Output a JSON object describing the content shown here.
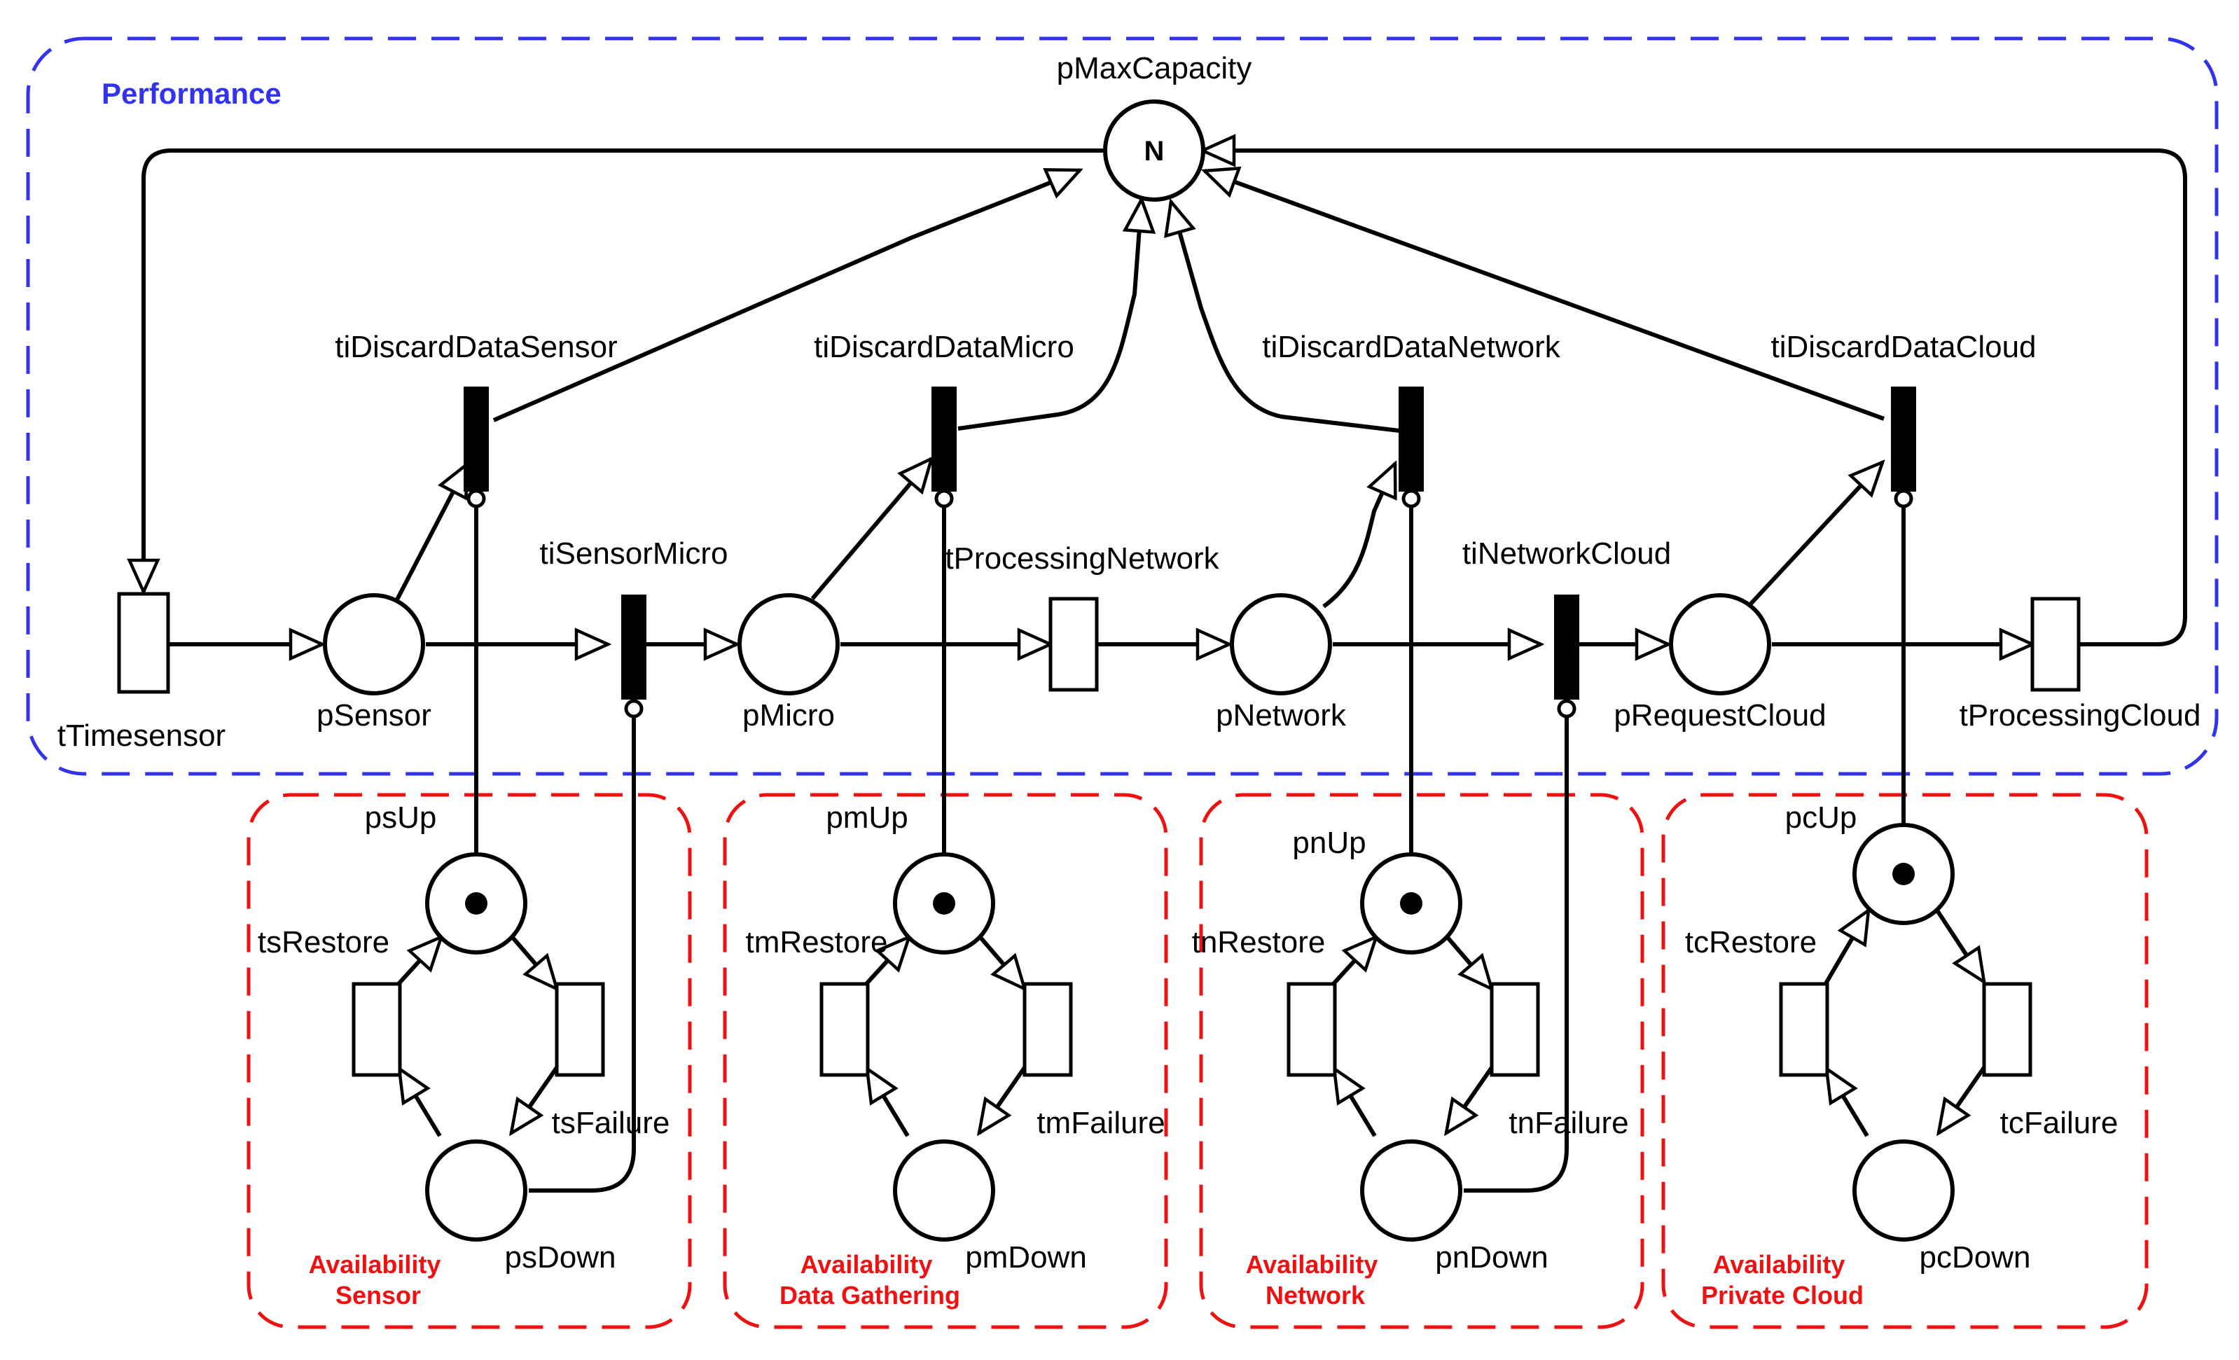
{
  "colors": {
    "performance_group": "#3333ee",
    "availability_groups": "#ee1111",
    "stroke": "#000000",
    "token": "#000000"
  },
  "groups": {
    "performance": "Performance",
    "sensor": [
      "Availability",
      "Sensor"
    ],
    "data_gathering": [
      "Availability",
      "Data Gathering"
    ],
    "network": [
      "Availability",
      "Network"
    ],
    "private_cloud": [
      "Availability",
      "Private Cloud"
    ]
  },
  "places": {
    "pMaxCapacity": {
      "label": "pMaxCapacity",
      "marking": "N"
    },
    "pSensor": {
      "label": "pSensor"
    },
    "pMicro": {
      "label": "pMicro"
    },
    "pNetwork": {
      "label": "pNetwork"
    },
    "pRequestCloud": {
      "label": "pRequestCloud"
    },
    "psUp": {
      "label": "psUp",
      "tokens": 1
    },
    "psDown": {
      "label": "psDown"
    },
    "pmUp": {
      "label": "pmUp",
      "tokens": 1
    },
    "pmDown": {
      "label": "pmDown"
    },
    "pnUp": {
      "label": "pnUp",
      "tokens": 1
    },
    "pnDown": {
      "label": "pnDown"
    },
    "pcUp": {
      "label": "pcUp",
      "tokens": 1
    },
    "pcDown": {
      "label": "pcDown"
    }
  },
  "transitions": {
    "tTimesensor": "tTimesensor",
    "tProcessingNetwork": "tProcessingNetwork",
    "tProcessingCloud": "tProcessingCloud",
    "tiDiscardDataSensor": "tiDiscardDataSensor",
    "tiDiscardDataMicro": "tiDiscardDataMicro",
    "tiDiscardDataNetwork": "tiDiscardDataNetwork",
    "tiDiscardDataCloud": "tiDiscardDataCloud",
    "tiSensorMicro": "tiSensorMicro",
    "tiNetworkCloud": "tiNetworkCloud",
    "tsRestore": "tsRestore",
    "tsFailure": "tsFailure",
    "tmRestore": "tmRestore",
    "tmFailure": "tmFailure",
    "tnRestore": "tnRestore",
    "tnFailure": "tnFailure",
    "tcRestore": "tcRestore",
    "tcFailure": "tcFailure"
  }
}
